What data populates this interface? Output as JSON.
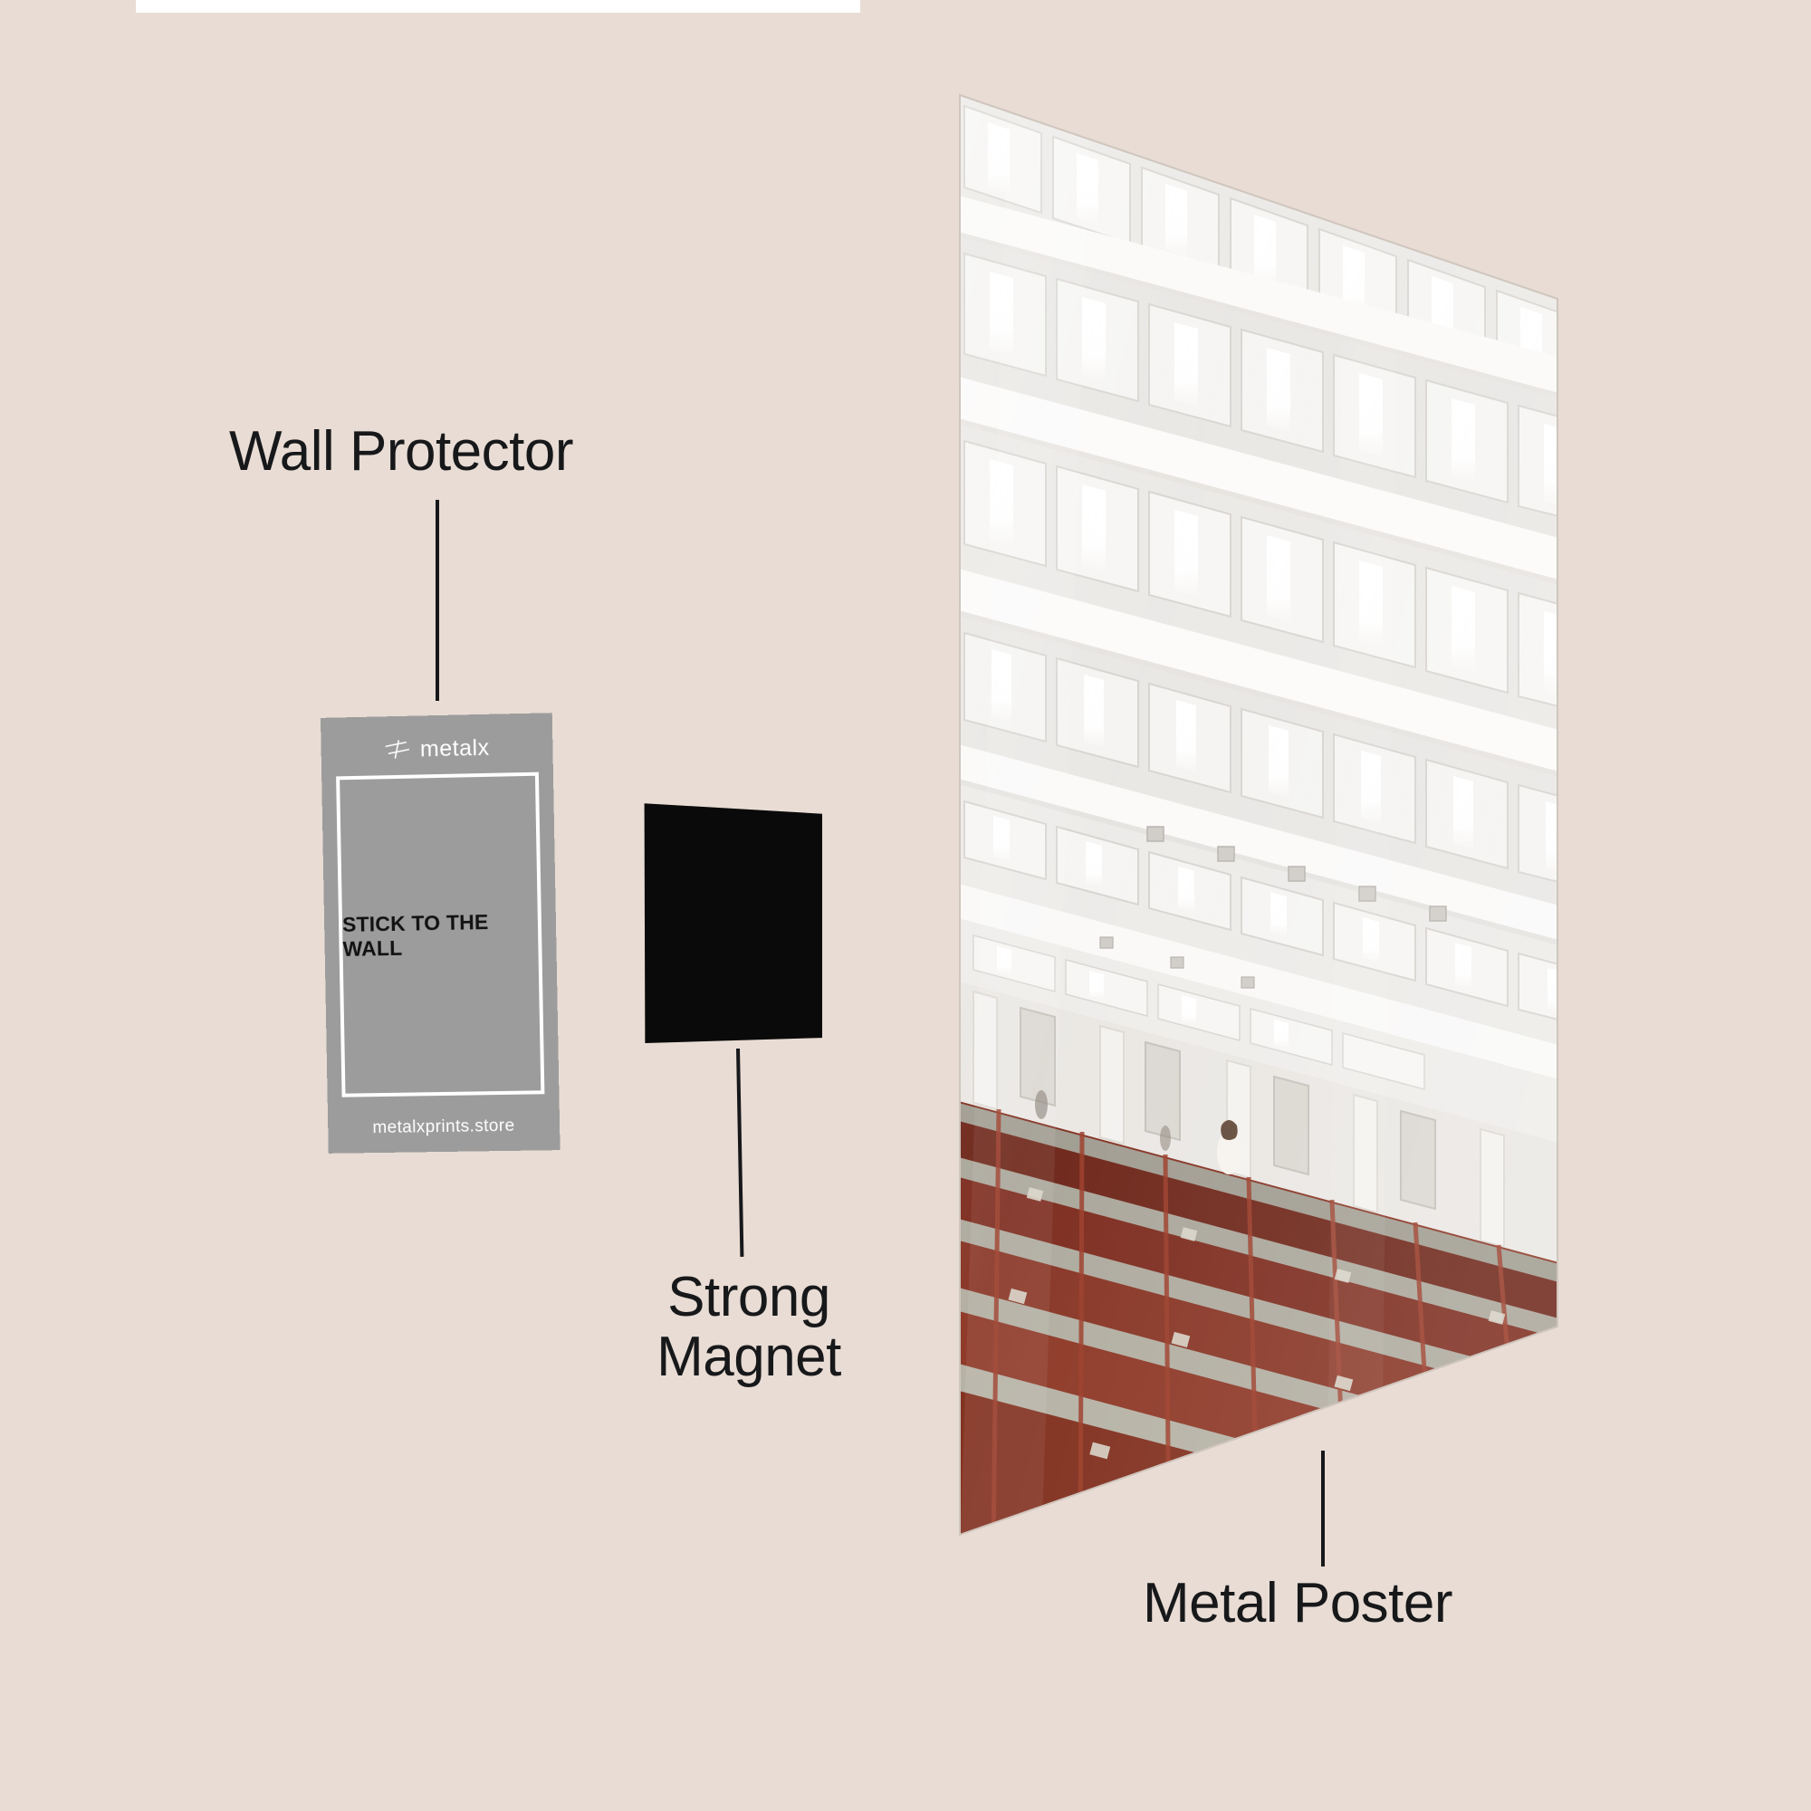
{
  "background_color": "#E8DCD4",
  "annotations": [
    {
      "id": "wall-protector",
      "text": "Wall Protector",
      "color": "#17181A"
    },
    {
      "id": "strong-magnet",
      "line1": "Strong",
      "line2": "Magnet",
      "color": "#17181A"
    },
    {
      "id": "metal-poster",
      "text": "Metal Poster",
      "color": "#17181A"
    }
  ],
  "wall_protector_card": {
    "background_color": "#9C9C9C",
    "frame_color": "#FFFFFF",
    "logo_text": "metalx",
    "logo_mark": "slanted-cross-icon",
    "headline": "STICK TO THE WALL",
    "headline_color": "#121212",
    "url": "metalxprints.store",
    "url_color": "#FFFFFF"
  },
  "magnet": {
    "color": "#0A0A0A",
    "label": "Strong Magnet"
  },
  "metal_poster": {
    "label": "Metal Poster",
    "scene_description": "Auditorium interior with coffered white ceiling, recessed fluorescent light panels, and rows of dark red wooden bench seating with a single person in white seated mid-rows",
    "ceiling_color": "#F2F0EE",
    "ceiling_shadow_color": "#D8D5D2",
    "light_color": "#FFFFFF",
    "wall_color": "#EDEAE6",
    "seat_color": "#8A2C1C",
    "seat_dark_color": "#5E1B10",
    "seat_rail_color": "#9E9A8E",
    "person_color": "#F4F1EC"
  }
}
